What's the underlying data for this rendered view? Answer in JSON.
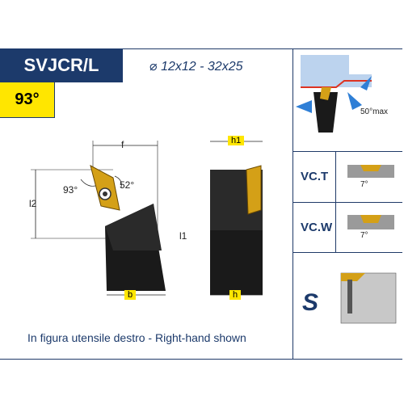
{
  "header": {
    "code": "SVJCR/L",
    "angle": "93°",
    "size_range": "12x12 - 32x25"
  },
  "drawing_left": {
    "dim_f": "f",
    "dim_l2": "l2",
    "dim_l1": "l1",
    "dim_b": "b",
    "angle_lead": "93°",
    "angle_insert": "52°"
  },
  "drawing_right": {
    "dim_h1": "h1",
    "dim_h": "h"
  },
  "side_panel": {
    "max_angle": "50°max",
    "vc_t_label": "VC.T",
    "vc_t_angle": "7°",
    "vc_w_label": "VC.W",
    "vc_w_angle": "7°",
    "s_label": "S"
  },
  "caption": "In figura utensile destro  -  Right-hand shown",
  "colors": {
    "navy": "#1c3a6b",
    "yellow": "#ffe600",
    "tool_black": "#1a1a1a",
    "insert_gold": "#d4a017",
    "arrow_blue": "#2f7fd6"
  }
}
